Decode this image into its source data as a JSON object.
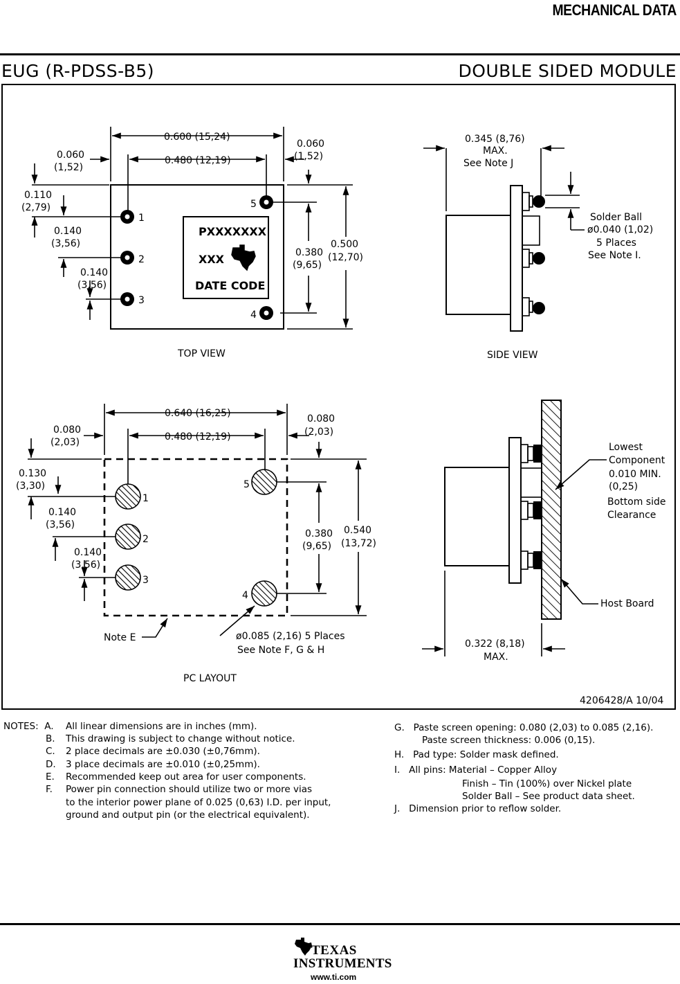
{
  "header": {
    "title": "MECHANICAL DATA"
  },
  "package": {
    "code": "EUG (R-PDSS-B5)",
    "type": "DOUBLE SIDED MODULE"
  },
  "top_view": {
    "caption": "TOP VIEW",
    "dim_width": "0.600 (15,24)",
    "dim_pin_span": "0.480 (12,19)",
    "dim_left_edge_1": "0.060",
    "dim_left_edge_2": "(1,52)",
    "dim_right_edge_1": "0.060",
    "dim_right_edge_2": "(1,52)",
    "dim_top_1": "0.110",
    "dim_top_2": "(2,79)",
    "dim_pitch_a_1": "0.140",
    "dim_pitch_a_2": "(3,56)",
    "dim_pitch_b_1": "0.140",
    "dim_pitch_b_2": "(3,56)",
    "dim_inner_h_1": "0.380",
    "dim_inner_h_2": "(9,65)",
    "dim_height_1": "0.500",
    "dim_height_2": "(12,70)",
    "pins": [
      "1",
      "2",
      "3",
      "4",
      "5"
    ],
    "marking_line1": "PXXXXXXX",
    "marking_line2": "XXX",
    "marking_line3": "DATE CODE"
  },
  "side_view": {
    "caption": "SIDE VIEW",
    "dim_height_1": "0.345 (8,76)",
    "dim_height_2": "MAX.",
    "dim_height_3": "See Note J",
    "ball_1": "Solder Ball",
    "ball_2": "ø0.040 (1,02)",
    "ball_3": "5 Places",
    "ball_4": "See Note I."
  },
  "pc_layout": {
    "caption": "PC LAYOUT",
    "dim_width": "0.640 (16,25)",
    "dim_pin_span": "0.480 (12,19)",
    "dim_left_edge_1": "0.080",
    "dim_left_edge_2": "(2,03)",
    "dim_right_edge_1": "0.080",
    "dim_right_edge_2": "(2,03)",
    "dim_top_1": "0.130",
    "dim_top_2": "(3,30)",
    "dim_pitch_a_1": "0.140",
    "dim_pitch_a_2": "(3,56)",
    "dim_pitch_b_1": "0.140",
    "dim_pitch_b_2": "(3,56)",
    "dim_inner_h_1": "0.380",
    "dim_inner_h_2": "(9,65)",
    "dim_height_1": "0.540",
    "dim_height_2": "(13,72)",
    "pins": [
      "1",
      "2",
      "3",
      "4",
      "5"
    ],
    "note_e": "Note E",
    "pad_1": "ø0.085 (2,16) 5 Places",
    "pad_2": "See Note F, G & H"
  },
  "mounted_view": {
    "lowest_1": "Lowest",
    "lowest_2": "Component",
    "lowest_3": "0.010 MIN.",
    "lowest_4": "(0,25)",
    "lowest_5": "Bottom side",
    "lowest_6": "Clearance",
    "host_board": "Host Board",
    "dim_height_1": "0.322 (8,18)",
    "dim_height_2": "MAX."
  },
  "drawing_number": "4206428/A 10/04",
  "notes_left": [
    {
      "label": "NOTES:  A.",
      "text": "All linear dimensions are in inches (mm)."
    },
    {
      "label": "B.",
      "text": "This drawing is subject to change without notice."
    },
    {
      "label": "C.",
      "text": "2 place decimals are ±0.030 (±0,76mm)."
    },
    {
      "label": "D.",
      "text": "3 place decimals are ±0.010 (±0,25mm)."
    },
    {
      "label": "E.",
      "text": "Recommended keep out area for user components."
    },
    {
      "label": "F.",
      "text": "Power pin connection should utilize two or more vias"
    },
    {
      "label": "",
      "text": "to the interior power plane of 0.025 (0,63) I.D. per input,"
    },
    {
      "label": "",
      "text": "ground and output pin (or the electrical equivalent)."
    }
  ],
  "notes_right": [
    "G.   Paste screen opening: 0.080 (2,03) to 0.085 (2,16).",
    "Paste screen thickness: 0.006 (0,15).",
    "H.   Pad type: Solder mask defined.",
    "I.   All pins: Material – Copper Alloy",
    "Finish – Tin (100%) over Nickel plate",
    "Solder Ball – See product data sheet.",
    "J.   Dimension prior to reflow solder."
  ],
  "footer": {
    "company_line1": "TEXAS",
    "company_line2": "INSTRUMENTS",
    "url": "www.ti.com"
  }
}
